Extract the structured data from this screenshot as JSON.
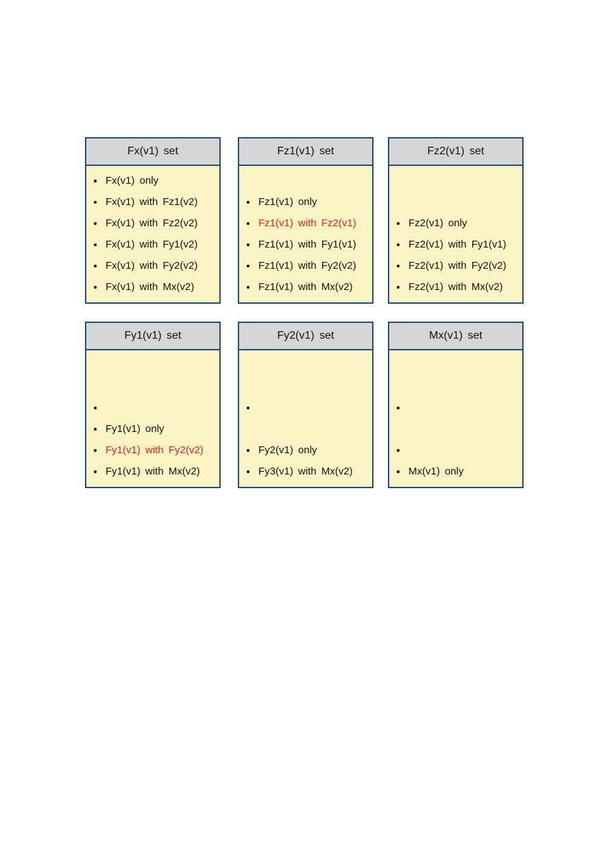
{
  "colors": {
    "page_bg": "#ffffff",
    "box_border": "#1f4e79",
    "header_bg": "#d6d6d6",
    "body_bg": "#faf3c4",
    "text": "#111111",
    "highlight_red": "#ed1c24"
  },
  "boxes": [
    {
      "title": "Fx(v1) set",
      "slots": [
        {
          "bullet": true,
          "text": "Fx(v1) only",
          "red": false
        },
        {
          "bullet": true,
          "text": "Fx(v1) with Fz1(v2)",
          "red": false
        },
        {
          "bullet": true,
          "text": "Fx(v1) with Fz2(v2)",
          "red": false
        },
        {
          "bullet": true,
          "text": "Fx(v1) with Fy1(v2)",
          "red": false
        },
        {
          "bullet": true,
          "text": "Fx(v1) with Fy2(v2)",
          "red": false
        },
        {
          "bullet": true,
          "text": "Fx(v1) with Mx(v2)",
          "red": false
        }
      ]
    },
    {
      "title": "Fz1(v1) set",
      "slots": [
        {
          "bullet": false,
          "text": "",
          "red": false
        },
        {
          "bullet": true,
          "text": "Fz1(v1) only",
          "red": false
        },
        {
          "bullet": true,
          "text": "Fz1(v1) with Fz2(v1)",
          "red": true
        },
        {
          "bullet": true,
          "text": "Fz1(v1) with Fy1(v1)",
          "red": false
        },
        {
          "bullet": true,
          "text": "Fz1(v1) with Fy2(v2)",
          "red": false
        },
        {
          "bullet": true,
          "text": "Fz1(v1) with Mx(v2)",
          "red": false
        }
      ]
    },
    {
      "title": "Fz2(v1) set",
      "slots": [
        {
          "bullet": false,
          "text": "",
          "red": false
        },
        {
          "bullet": false,
          "text": "",
          "red": false
        },
        {
          "bullet": true,
          "text": "Fz2(v1) only",
          "red": false
        },
        {
          "bullet": true,
          "text": "Fz2(v1) with Fy1(v1)",
          "red": false
        },
        {
          "bullet": true,
          "text": "Fz2(v1) with Fy2(v2)",
          "red": false
        },
        {
          "bullet": true,
          "text": "Fz2(v1) with Mx(v2)",
          "red": false
        }
      ]
    },
    {
      "title": "Fy1(v1) set",
      "slots": [
        {
          "bullet": false,
          "text": "",
          "red": false
        },
        {
          "bullet": false,
          "text": "",
          "red": false
        },
        {
          "bullet": true,
          "text": "",
          "red": false
        },
        {
          "bullet": true,
          "text": "Fy1(v1) only",
          "red": false
        },
        {
          "bullet": true,
          "text": "Fy1(v1) with Fy2(v2)",
          "red": true
        },
        {
          "bullet": true,
          "text": "Fy1(v1) with Mx(v2)",
          "red": false
        }
      ]
    },
    {
      "title": "Fy2(v1) set",
      "slots": [
        {
          "bullet": false,
          "text": "",
          "red": false
        },
        {
          "bullet": false,
          "text": "",
          "red": false
        },
        {
          "bullet": true,
          "text": "",
          "red": false
        },
        {
          "bullet": false,
          "text": "",
          "red": false
        },
        {
          "bullet": true,
          "text": "Fy2(v1) only",
          "red": false
        },
        {
          "bullet": true,
          "text": "Fy3(v1) with Mx(v2)",
          "red": false
        }
      ]
    },
    {
      "title": "Mx(v1) set",
      "slots": [
        {
          "bullet": false,
          "text": "",
          "red": false
        },
        {
          "bullet": false,
          "text": "",
          "red": false
        },
        {
          "bullet": true,
          "text": "",
          "red": false
        },
        {
          "bullet": false,
          "text": "",
          "red": false
        },
        {
          "bullet": true,
          "text": "",
          "red": false
        },
        {
          "bullet": true,
          "text": "Mx(v1) only",
          "red": false
        }
      ]
    }
  ]
}
